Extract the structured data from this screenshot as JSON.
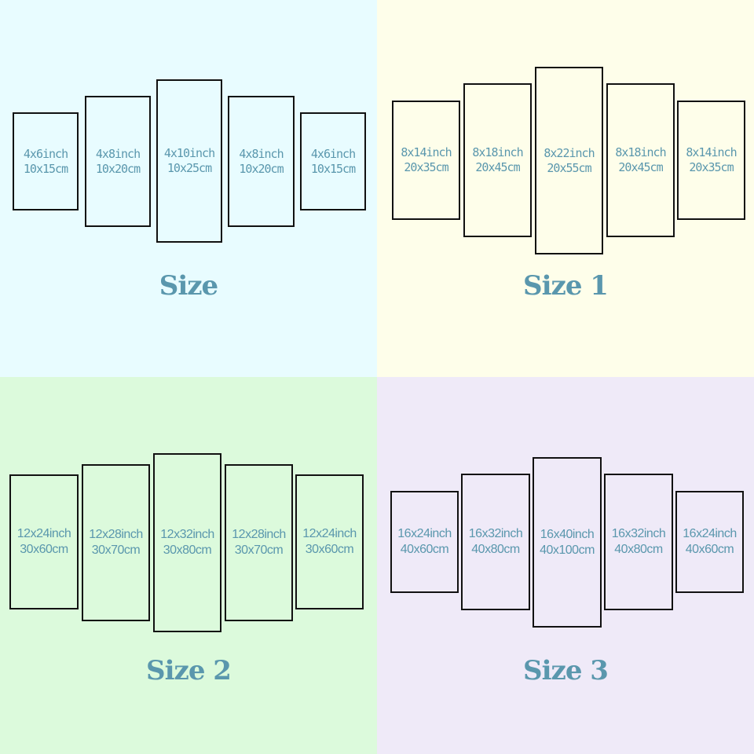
{
  "colors": {
    "text": "#5a97ad",
    "frame": "#111111",
    "backgrounds": [
      "#e8fcff",
      "#fefeea",
      "#dcfadc",
      "#efeaf8"
    ]
  },
  "quadrants": [
    {
      "title": "Size",
      "panels": [
        {
          "inch": "4x6inch",
          "cm": "10x15cm"
        },
        {
          "inch": "4x8inch",
          "cm": "10x20cm"
        },
        {
          "inch": "4x10inch",
          "cm": "10x25cm"
        },
        {
          "inch": "4x8inch",
          "cm": "10x20cm"
        },
        {
          "inch": "4x6inch",
          "cm": "10x15cm"
        }
      ]
    },
    {
      "title": "Size 1",
      "panels": [
        {
          "inch": "8x14inch",
          "cm": "20x35cm"
        },
        {
          "inch": "8x18inch",
          "cm": "20x45cm"
        },
        {
          "inch": "8x22inch",
          "cm": "20x55cm"
        },
        {
          "inch": "8x18inch",
          "cm": "20x45cm"
        },
        {
          "inch": "8x14inch",
          "cm": "20x35cm"
        }
      ]
    },
    {
      "title": "Size 2",
      "panels": [
        {
          "inch": "12x24inch",
          "cm": "30x60cm"
        },
        {
          "inch": "12x28inch",
          "cm": "30x70cm"
        },
        {
          "inch": "12x32inch",
          "cm": "30x80cm"
        },
        {
          "inch": "12x28inch",
          "cm": "30x70cm"
        },
        {
          "inch": "12x24inch",
          "cm": "30x60cm"
        }
      ]
    },
    {
      "title": "Size 3",
      "panels": [
        {
          "inch": "16x24inch",
          "cm": "40x60cm"
        },
        {
          "inch": "16x32inch",
          "cm": "40x80cm"
        },
        {
          "inch": "16x40inch",
          "cm": "40x100cm"
        },
        {
          "inch": "16x32inch",
          "cm": "40x80cm"
        },
        {
          "inch": "16x24inch",
          "cm": "40x60cm"
        }
      ]
    }
  ]
}
